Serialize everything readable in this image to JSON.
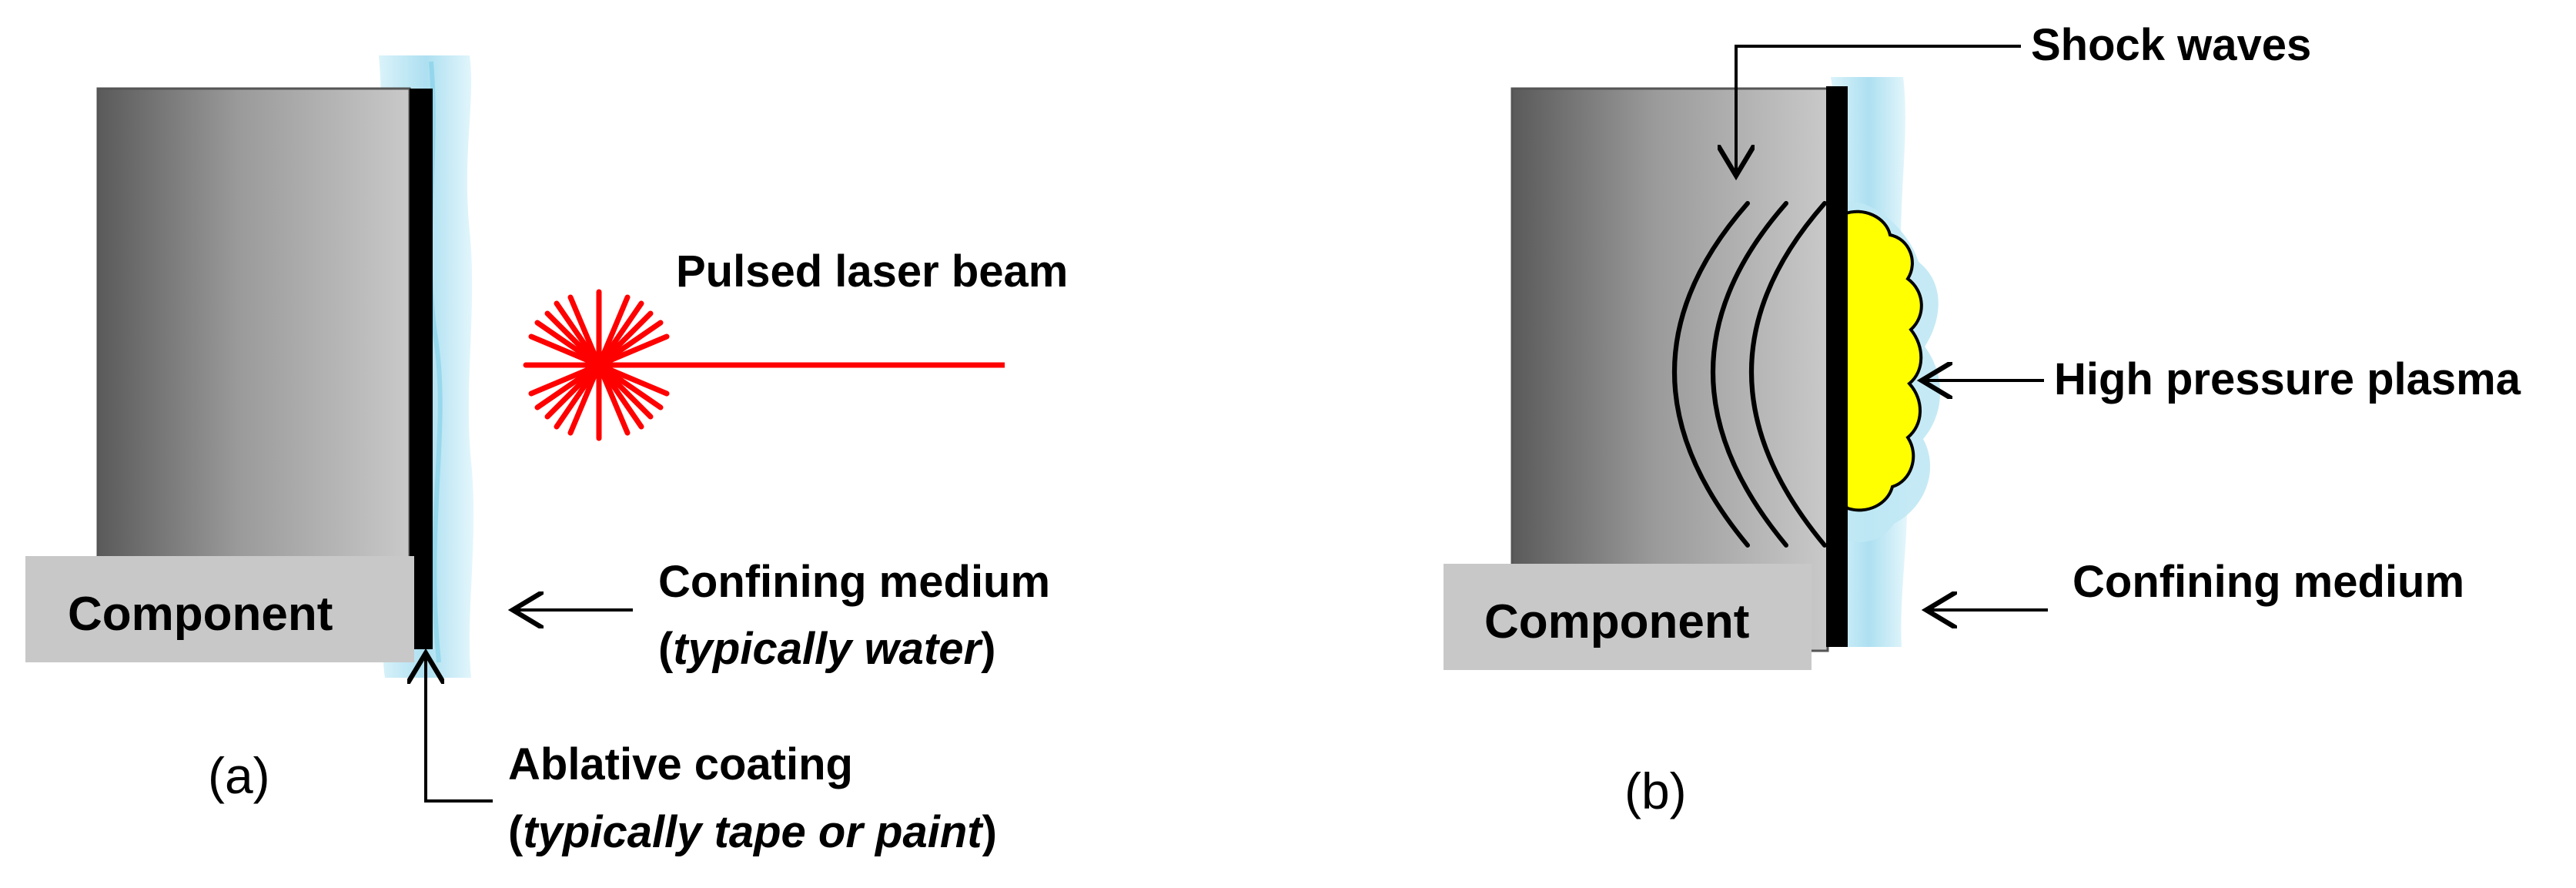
{
  "panel_a": {
    "component_label": "Component",
    "laser_label": "Pulsed laser beam",
    "confining_line1": "Confining medium",
    "confining_line2_open": "(",
    "confining_line2_italic": "typically water",
    "confining_line2_close": ")",
    "ablative_line1": "Ablative coating",
    "ablative_line2_open": "(",
    "ablative_line2_italic": "typically tape or paint",
    "ablative_line2_close": ")",
    "caption": "(a)"
  },
  "panel_b": {
    "component_label": "Component",
    "shock_label": "Shock waves",
    "plasma_label": "High pressure plasma",
    "confining_label": "Confining medium",
    "caption": "(b)"
  },
  "colors": {
    "laser": "#ff0000",
    "plasma": "#ffff00",
    "water": "#bfe8f4",
    "coating": "#000000",
    "component_box": "#c8c8c8"
  }
}
